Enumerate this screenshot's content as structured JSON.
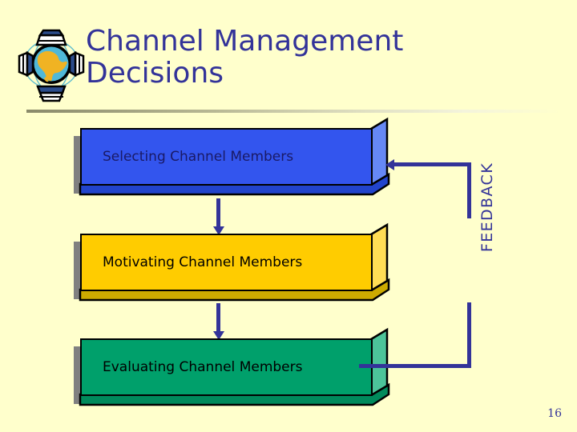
{
  "slide": {
    "title": "Channel Management\nDecisions",
    "title_color": "#333399",
    "background_color": "#ffffcc",
    "page_number": "16"
  },
  "logo": {
    "name": "globe-network-logo",
    "globe_color": "#4fb8d8",
    "land_color": "#f0b323"
  },
  "flow": {
    "boxes": [
      {
        "id": "selecting",
        "label": "Selecting Channel Members",
        "face_color": "#3355ee",
        "side_color": "#6688f5",
        "lip_color": "#2244cc",
        "text_color": "#1a1a66"
      },
      {
        "id": "motivating",
        "label": "Motivating Channel Members",
        "face_color": "#ffcc00",
        "side_color": "#ffdd55",
        "lip_color": "#ccaa00",
        "text_color": "#000000"
      },
      {
        "id": "evaluating",
        "label": "Evaluating Channel Members",
        "face_color": "#00a06b",
        "side_color": "#4cc49a",
        "lip_color": "#008a5c",
        "text_color": "#000000"
      }
    ],
    "feedback": {
      "label": "FEEDBACK",
      "color": "#333399"
    },
    "connector_color": "#333399",
    "shadow_color": "#808080"
  }
}
